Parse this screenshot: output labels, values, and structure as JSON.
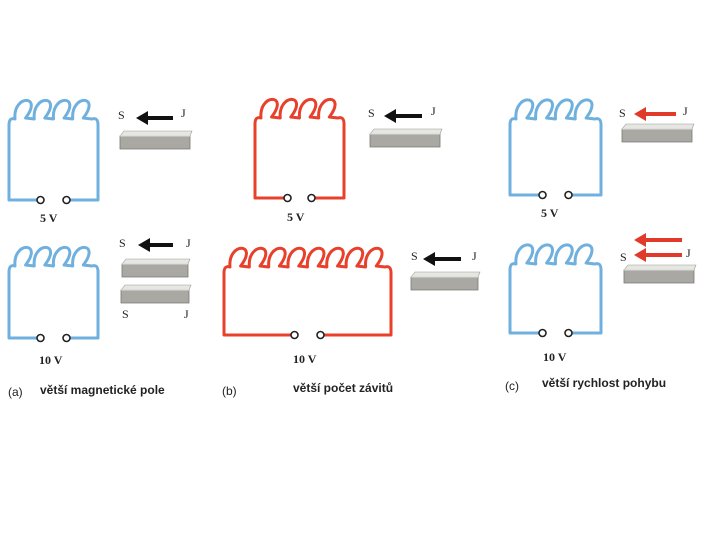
{
  "colors": {
    "coil_blue": "#6fb0de",
    "coil_red": "#e8402b",
    "arrow_black": "#111111",
    "arrow_red": "#e23a2a",
    "magnet_top": "#e6e6e2",
    "magnet_front": "#a9a8a3"
  },
  "panels": {
    "a": {
      "letter": "(a)",
      "caption": "větší magnetické pole",
      "top": {
        "voltage": "5 V",
        "pole_left": "S",
        "pole_right": "J"
      },
      "bottom": {
        "voltage": "10 V",
        "pole_left_1": "S",
        "pole_right_1": "J",
        "pole_left_2": "S",
        "pole_right_2": "J"
      }
    },
    "b": {
      "letter": "(b)",
      "caption": "větší počet závitů",
      "top": {
        "voltage": "5 V",
        "pole_left": "S",
        "pole_right": "J"
      },
      "bottom": {
        "voltage": "10 V",
        "pole_left": "S",
        "pole_right": "J"
      }
    },
    "c": {
      "letter": "(c)",
      "caption": "větší rychlost pohybu",
      "top": {
        "voltage": "5 V",
        "pole_left": "S",
        "pole_right": "J"
      },
      "bottom": {
        "voltage": "10 V",
        "pole_left": "S",
        "pole_right": "J"
      }
    }
  }
}
